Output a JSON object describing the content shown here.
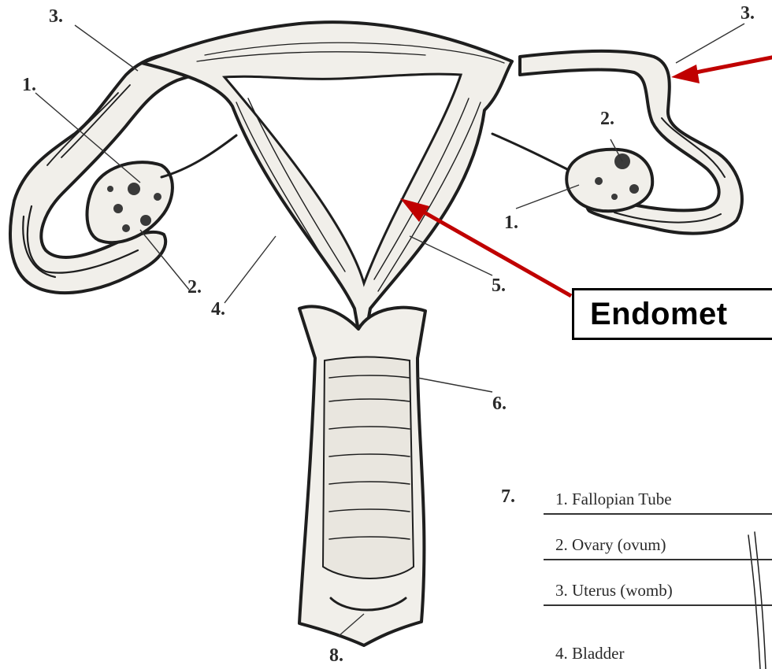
{
  "diagram": {
    "labels": {
      "tube_right": "3.",
      "tube_left": "3.",
      "ovary_left": "1.",
      "ovum_left": "2.",
      "ovum_right": "2.",
      "ovary_right": "1.",
      "uterus_wall": "4.",
      "uterus_cavity": "5.",
      "cervix": "6.",
      "vagina_label": "7.",
      "opening": "8."
    },
    "callout": {
      "text": "Endomet"
    },
    "key": [
      "1. Fallopian Tube",
      "2. Ovary (ovum)",
      "3. Uterus (womb)",
      "4. Bladder"
    ],
    "arrow_color": "#c00000"
  }
}
